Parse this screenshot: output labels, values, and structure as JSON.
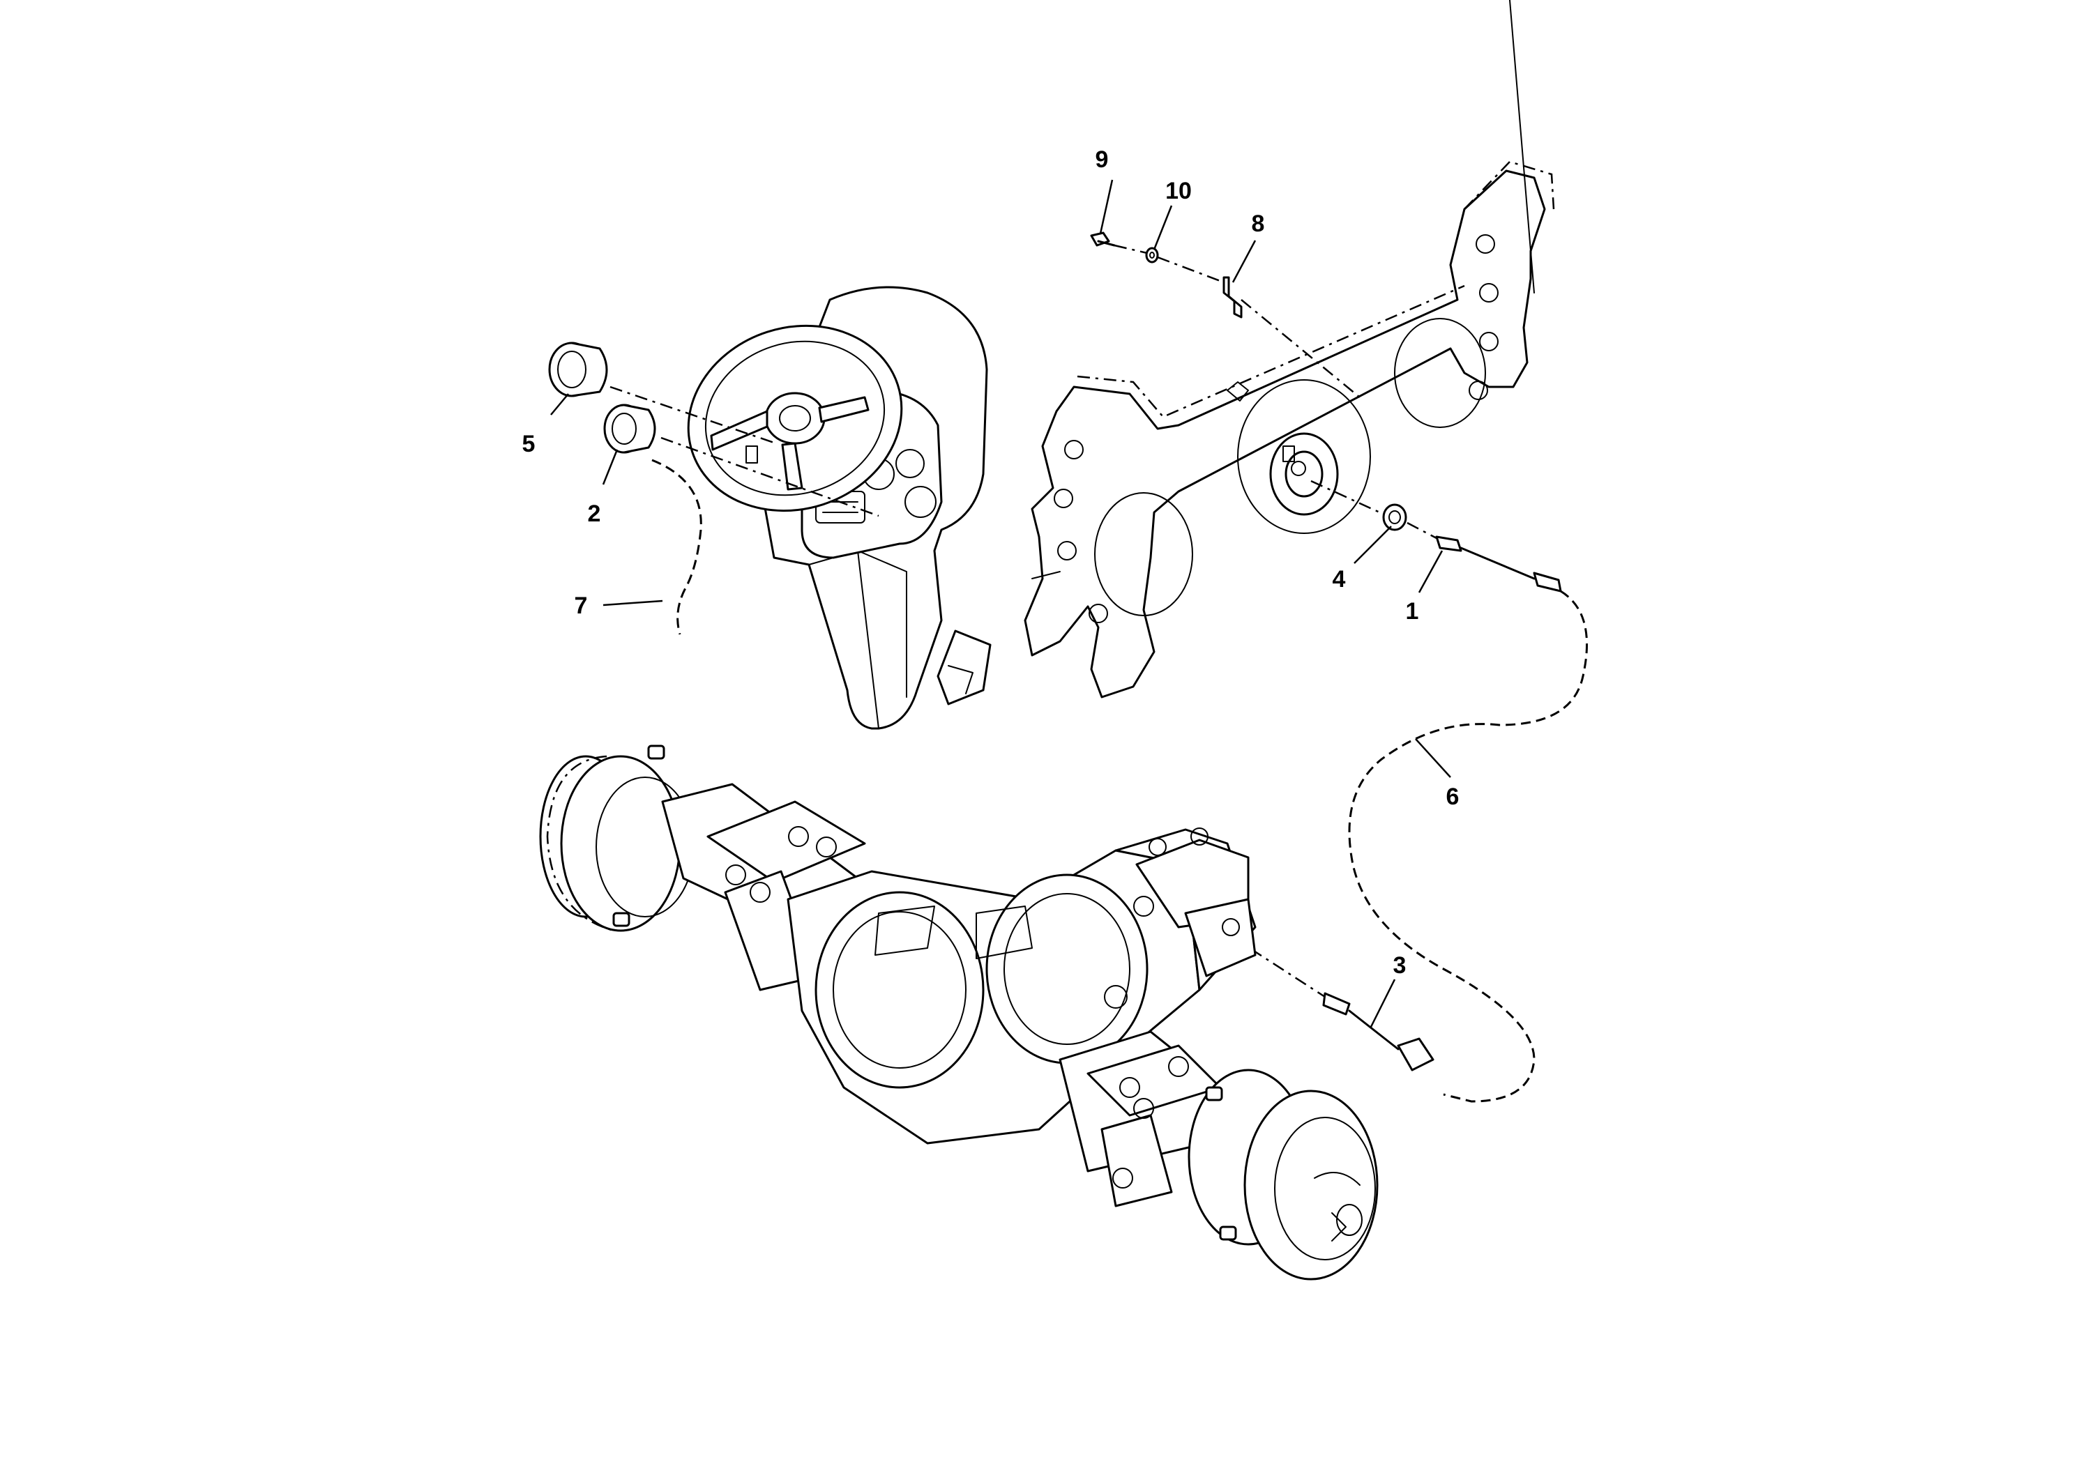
{
  "diagram": {
    "callouts": [
      {
        "id": "c1",
        "label": "1"
      },
      {
        "id": "c2",
        "label": "2"
      },
      {
        "id": "c3",
        "label": "3"
      },
      {
        "id": "c4",
        "label": "4"
      },
      {
        "id": "c5",
        "label": "5"
      },
      {
        "id": "c6",
        "label": "6"
      },
      {
        "id": "c7",
        "label": "7"
      },
      {
        "id": "c8",
        "label": "8"
      },
      {
        "id": "c9",
        "label": "9"
      },
      {
        "id": "c10",
        "label": "10"
      }
    ],
    "line_color": "#000000",
    "background_color": "#ffffff"
  }
}
